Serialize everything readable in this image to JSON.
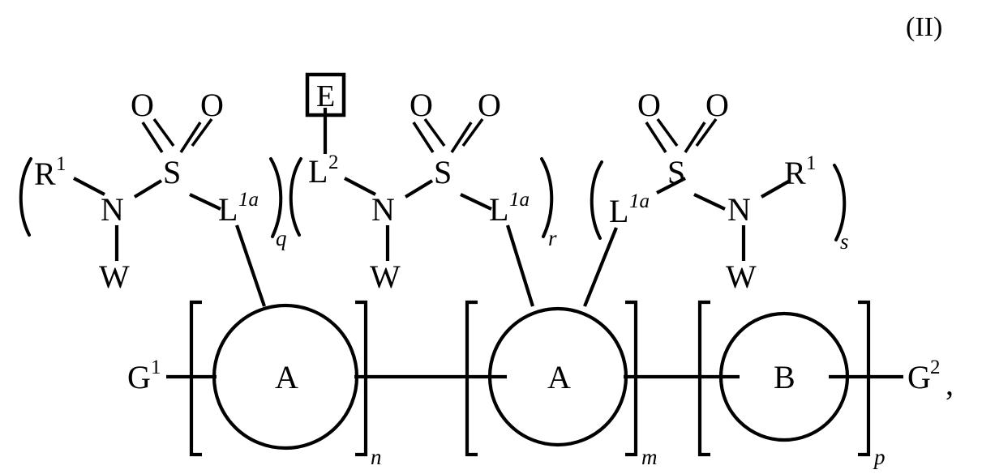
{
  "figure": {
    "label": "(II)",
    "kind": "chemical-structure",
    "trailing_punctuation": ","
  },
  "groups": [
    {
      "id": "sulfonamide-group-1",
      "left_substituent": "R",
      "left_substituent_sup": "1",
      "nitrogen": "N",
      "n_substituent": "W",
      "sulfur": "S",
      "oxygen_left": "O",
      "oxygen_right": "O",
      "linker": "L",
      "linker_sup": "1a",
      "repeat_subscript": "q",
      "paren_open": "(",
      "paren_close": ")"
    },
    {
      "id": "sulfonamide-group-2",
      "cap_box_letter": "E",
      "left_substituent": "L",
      "left_substituent_sup": "2",
      "nitrogen": "N",
      "n_substituent": "W",
      "sulfur": "S",
      "oxygen_left": "O",
      "oxygen_right": "O",
      "linker": "L",
      "linker_sup": "1a",
      "repeat_subscript": "r",
      "paren_open": "(",
      "paren_close": ")"
    },
    {
      "id": "sulfonamide-group-3",
      "linker": "L",
      "linker_sup": "1a",
      "sulfur": "S",
      "oxygen_left": "O",
      "oxygen_right": "O",
      "nitrogen": "N",
      "n_substituent": "W",
      "right_substituent": "R",
      "right_substituent_sup": "1",
      "repeat_subscript": "s",
      "paren_open": "(",
      "paren_close": ")"
    }
  ],
  "backbone": {
    "end_group_left": "G",
    "end_group_left_sup": "1",
    "end_group_right": "G",
    "end_group_right_sup": "2",
    "units": [
      {
        "id": "unit-a-1",
        "symbol": "A",
        "subscript": "n",
        "bracket_open": "[",
        "bracket_close": "]"
      },
      {
        "id": "unit-a-2",
        "symbol": "A",
        "subscript": "m",
        "bracket_open": "[",
        "bracket_close": "]"
      },
      {
        "id": "unit-b",
        "symbol": "B",
        "subscript": "p",
        "bracket_open": "[",
        "bracket_close": "]"
      }
    ]
  },
  "colors": {
    "stroke": "#000000",
    "background": "#ffffff"
  }
}
